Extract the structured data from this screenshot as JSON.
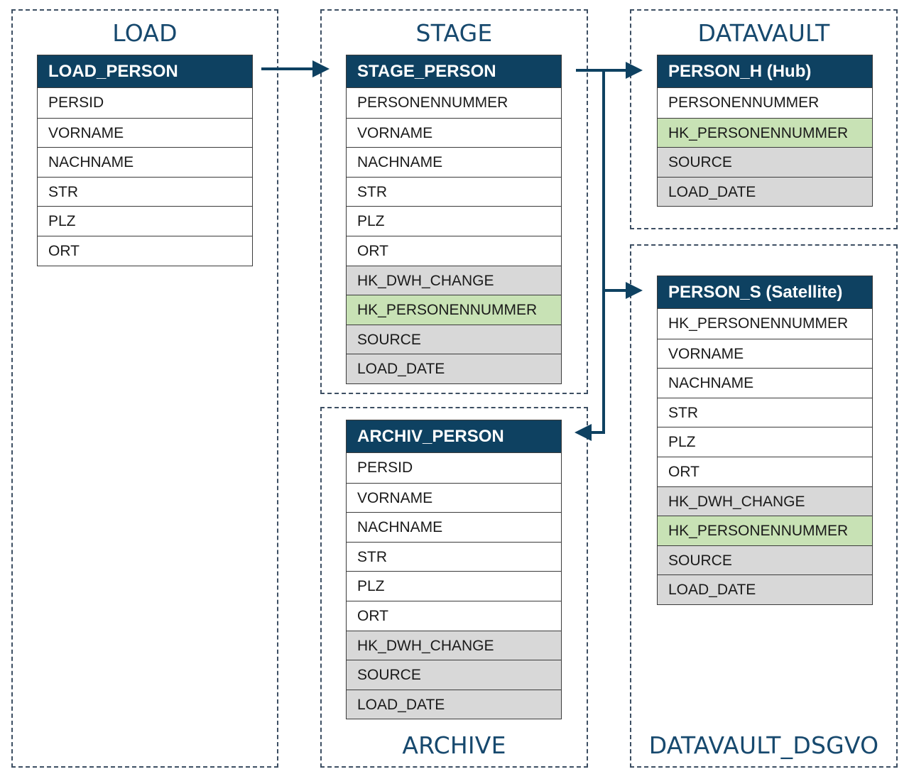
{
  "zones": {
    "load": "LOAD",
    "stage": "STAGE",
    "datavault": "DATAVAULT",
    "archive": "ARCHIVE",
    "datavault_dsgvo": "DATAVAULT_DSGVO"
  },
  "tables": {
    "load_person": {
      "title": "LOAD_PERSON",
      "rows": [
        {
          "label": "PERSID",
          "style": "plain"
        },
        {
          "label": "VORNAME",
          "style": "plain"
        },
        {
          "label": "NACHNAME",
          "style": "plain"
        },
        {
          "label": "STR",
          "style": "plain"
        },
        {
          "label": "PLZ",
          "style": "plain"
        },
        {
          "label": "ORT",
          "style": "plain"
        }
      ]
    },
    "stage_person": {
      "title": "STAGE_PERSON",
      "rows": [
        {
          "label": "PERSONENNUMMER",
          "style": "plain"
        },
        {
          "label": "VORNAME",
          "style": "plain"
        },
        {
          "label": "NACHNAME",
          "style": "plain"
        },
        {
          "label": "STR",
          "style": "plain"
        },
        {
          "label": "PLZ",
          "style": "plain"
        },
        {
          "label": "ORT",
          "style": "plain"
        },
        {
          "label": "HK_DWH_CHANGE",
          "style": "gray"
        },
        {
          "label": "HK_PERSONENNUMMER",
          "style": "green"
        },
        {
          "label": "SOURCE",
          "style": "gray"
        },
        {
          "label": "LOAD_DATE",
          "style": "gray"
        }
      ]
    },
    "archiv_person": {
      "title": "ARCHIV_PERSON",
      "rows": [
        {
          "label": "PERSID",
          "style": "plain"
        },
        {
          "label": "VORNAME",
          "style": "plain"
        },
        {
          "label": "NACHNAME",
          "style": "plain"
        },
        {
          "label": "STR",
          "style": "plain"
        },
        {
          "label": "PLZ",
          "style": "plain"
        },
        {
          "label": "ORT",
          "style": "plain"
        },
        {
          "label": "HK_DWH_CHANGE",
          "style": "gray"
        },
        {
          "label": "SOURCE",
          "style": "gray"
        },
        {
          "label": "LOAD_DATE",
          "style": "gray"
        }
      ]
    },
    "person_h": {
      "title": "PERSON_H (Hub)",
      "rows": [
        {
          "label": "PERSONENNUMMER",
          "style": "plain"
        },
        {
          "label": "HK_PERSONENNUMMER",
          "style": "green"
        },
        {
          "label": "SOURCE",
          "style": "gray"
        },
        {
          "label": "LOAD_DATE",
          "style": "gray"
        }
      ]
    },
    "person_s": {
      "title": "PERSON_S (Satellite)",
      "rows": [
        {
          "label": "HK_PERSONENNUMMER",
          "style": "plain"
        },
        {
          "label": "VORNAME",
          "style": "plain"
        },
        {
          "label": "NACHNAME",
          "style": "plain"
        },
        {
          "label": "STR",
          "style": "plain"
        },
        {
          "label": "PLZ",
          "style": "plain"
        },
        {
          "label": "ORT",
          "style": "plain"
        },
        {
          "label": "HK_DWH_CHANGE",
          "style": "gray"
        },
        {
          "label": "HK_PERSONENNUMMER",
          "style": "green"
        },
        {
          "label": "SOURCE",
          "style": "gray"
        },
        {
          "label": "LOAD_DATE",
          "style": "gray"
        }
      ]
    }
  },
  "colors": {
    "header": "#0e4161",
    "arrow": "#0e4161",
    "zone_title": "#17496e",
    "gray_row": "#d8d8d8",
    "green_row": "#c8e2b5"
  }
}
